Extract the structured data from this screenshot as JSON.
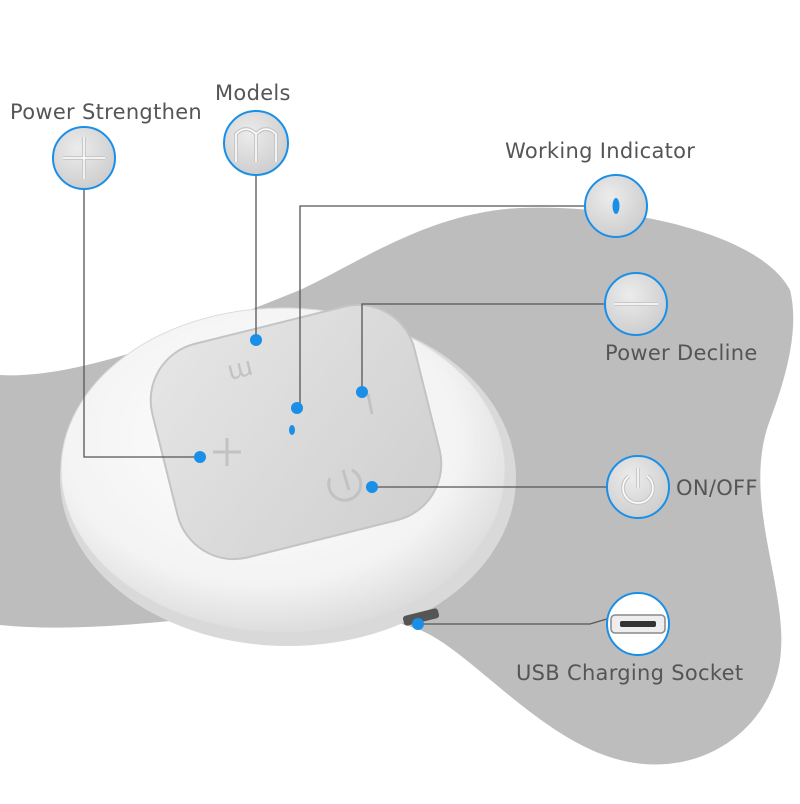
{
  "labels": {
    "power_strengthen": "Power Strengthen",
    "models": "Models",
    "working_indicator": "Working Indicator",
    "power_decline": "Power Decline",
    "on_off": "ON/OFF",
    "usb_socket": "USB Charging Socket"
  },
  "colors": {
    "accent": "#1a8fe8",
    "line": "#555555",
    "pad": "#b9b9b9",
    "device_body": "#f4f4f4",
    "button_face": "#d9d9d9"
  },
  "icons": {
    "power_strengthen": "plus-icon",
    "models": "m-icon",
    "working_indicator": "led-icon",
    "power_decline": "minus-icon",
    "on_off": "power-icon",
    "usb_socket": "usb-port-icon"
  }
}
